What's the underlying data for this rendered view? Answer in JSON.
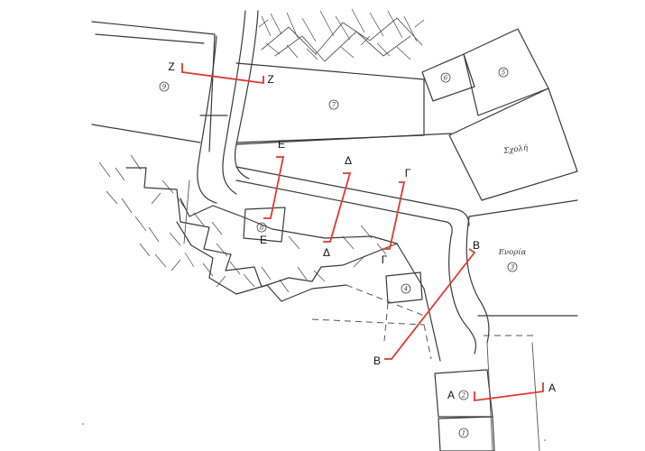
{
  "map": {
    "parcels": [
      {
        "id": "parcel-1",
        "number": "1"
      },
      {
        "id": "parcel-2",
        "number": "2"
      },
      {
        "id": "parcel-3",
        "number": "3"
      },
      {
        "id": "parcel-4",
        "number": "4"
      },
      {
        "id": "parcel-5",
        "number": "5"
      },
      {
        "id": "parcel-6",
        "number": "6"
      },
      {
        "id": "parcel-7",
        "number": "7"
      },
      {
        "id": "parcel-8",
        "number": "8"
      },
      {
        "id": "parcel-9",
        "number": "9"
      }
    ],
    "place_names": {
      "east": "Ενορία",
      "northeast": "Σχολή"
    },
    "sections": [
      {
        "key": "A",
        "start": "A",
        "end": "A"
      },
      {
        "key": "B",
        "start": "B",
        "end": "B"
      },
      {
        "key": "G",
        "start": "Γ",
        "end": "Γ"
      },
      {
        "key": "D",
        "start": "Δ",
        "end": "Δ"
      },
      {
        "key": "E",
        "start": "E",
        "end": "E"
      },
      {
        "key": "Z",
        "start": "Z",
        "end": "Z"
      }
    ],
    "colors": {
      "section_line": "#e0392f",
      "ink": "#3a3a3a",
      "background": "#ffffff"
    }
  }
}
